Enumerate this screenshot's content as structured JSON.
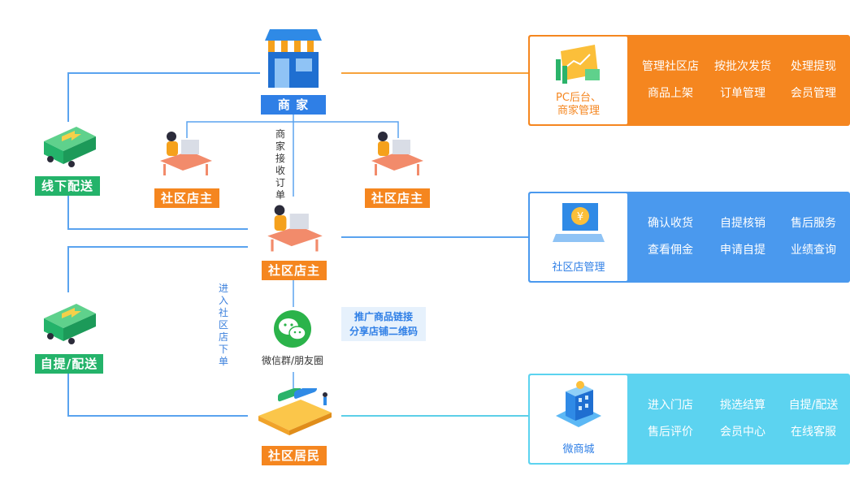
{
  "colors": {
    "line_blue": "#5aa3ef",
    "line_orange": "#f7a23c",
    "line_cyan": "#5ccfe8",
    "orange": "#f5861f",
    "blue": "#2f7fe6",
    "green": "#24b36a",
    "cyan": "#5cd3f0"
  },
  "center": {
    "merchant_label": "商 家",
    "receive_order": "商家接收订单",
    "owner_left": "社区店主",
    "owner_right": "社区店主",
    "owner_main": "社区店主",
    "enter_store": "进入社区店下单",
    "promo_line1": "推广商品链接",
    "promo_line2": "分享店铺二维码",
    "wechat": "微信群/朋友圈",
    "resident": "社区居民"
  },
  "left": {
    "offline": "线下配送",
    "pickup": "自提/配送"
  },
  "panels": [
    {
      "card_line1": "PC后台、",
      "card_line2": "商家管理",
      "items": [
        "管理社区店",
        "按批次发货",
        "处理提现",
        "商品上架",
        "订单管理",
        "会员管理"
      ]
    },
    {
      "card_line1": "社区店管理",
      "card_line2": "",
      "items": [
        "确认收货",
        "自提核销",
        "售后服务",
        "查看佣金",
        "申请自提",
        "业绩查询"
      ]
    },
    {
      "card_line1": "微商城",
      "card_line2": "",
      "items": [
        "进入门店",
        "挑选结算",
        "自提/配送",
        "售后评价",
        "会员中心",
        "在线客服"
      ]
    }
  ]
}
